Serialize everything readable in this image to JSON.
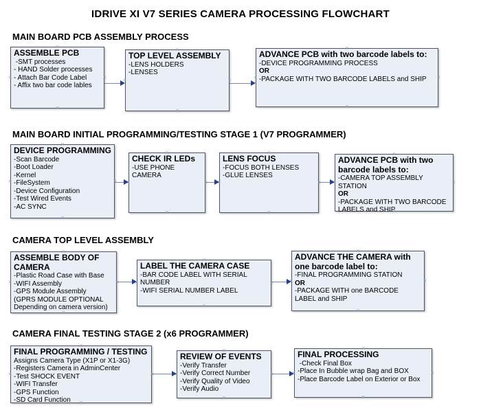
{
  "title": "IDRIVE XI V7 SERIES CAMERA PROCESSING FLOWCHART",
  "icons": {
    "connection_handle": "×",
    "arrowhead": "solid right-pointing triangle"
  },
  "colors": {
    "box_fill": "#e9eef7",
    "box_border": "#4d5361",
    "arrow_line": "#7585ad",
    "arrow_head": "#26418c",
    "handle": "#8e99b3",
    "text": "#000000",
    "background": "#ffffff"
  },
  "sections": [
    {
      "heading": "MAIN BOARD PCB ASSEMBLY PROCESS",
      "boxes": [
        {
          "title": "ASSEMBLE PCB",
          "items": [
            " -SMT processes",
            "- HAND Solder processes",
            "- Attach Bar Code Label",
            "- Affix two bar code lables"
          ]
        },
        {
          "title": "TOP LEVEL ASSEMBLY",
          "items": [
            "-LENS HOLDERS",
            "-LENSES"
          ]
        },
        {
          "title": "ADVANCE PCB with two barcode labels to:",
          "items": [
            "-DEVICE PROGRAMMING PROCESS",
            "OR",
            "-PACKAGE WITH TWO BARCODE LABELS and SHIP"
          ]
        }
      ]
    },
    {
      "heading": "MAIN BOARD INITIAL PROGRAMMING/TESTING STAGE 1 (V7 PROGRAMMER)",
      "boxes": [
        {
          "title": "DEVICE PROGRAMMING",
          "items": [
            "-Scan Barcode",
            "-Boot Loader",
            "-Kernel",
            "-FileSystem",
            "-Device Configuration",
            "-Test Wired Events",
            "-AC SYNC"
          ]
        },
        {
          "title": "CHECK IR LEDs",
          "items": [
            "-USE PHONE CAMERA"
          ]
        },
        {
          "title": "LENS FOCUS",
          "items": [
            "-FOCUS BOTH LENSES",
            "-GLUE LENSES"
          ]
        },
        {
          "title": "ADVANCE PCB with two barcode labels to:",
          "items": [
            "-CAMERA TOP ASSEMBLY STATION",
            "OR",
            "-PACKAGE WITH TWO BARCODE LABELS and SHIP"
          ]
        }
      ]
    },
    {
      "heading": "CAMERA TOP LEVEL ASSEMBLY",
      "boxes": [
        {
          "title": "ASSEMBLE BODY OF CAMERA",
          "items": [
            "-Plastic Road Case with Base",
            "-WIFI Assembly",
            "-GPS Module Assembly",
            "(GPRS MODULE OPTIONAL",
            "Depending on camera version)"
          ]
        },
        {
          "title": "LABEL THE CAMERA CASE",
          "items": [
            "-BAR CODE LABEL WITH SERIAL NUMBER",
            "-WIFI SERIAL NUMBER LABEL"
          ]
        },
        {
          "title": "ADVANCE THE CAMERA with one barcode label to:",
          "items": [
            "-FINAL PROGRAMMING STATION",
            "OR",
            "-PACKAGE WITH one BARCODE LABEL and SHIP"
          ]
        }
      ]
    },
    {
      "heading": "CAMERA FINAL TESTING STAGE 2 (x6 PROGRAMMER)",
      "boxes": [
        {
          "title": "FINAL PROGRAMMING / TESTING",
          "items": [
            "Assigns Camera Type (X1P or X1-3G)",
            "-Registers Camera in AdminCenter",
            "-Test SHOCK EVENT",
            "-WIFI Transfer",
            "-GPS Function",
            "-SD Card Function"
          ]
        },
        {
          "title": "REVIEW OF EVENTS",
          "items": [
            "-Verify Transfer",
            "-Verify Correct Number",
            "-Verify Quality of Video",
            "-Verify Audio"
          ]
        },
        {
          "title": "FINAL PROCESSING",
          "items": [
            " -Check Final Box",
            "-Place In Bubble wrap Bag and BOX",
            "-Place Barcode Label on Exterior or Box"
          ]
        }
      ]
    }
  ]
}
